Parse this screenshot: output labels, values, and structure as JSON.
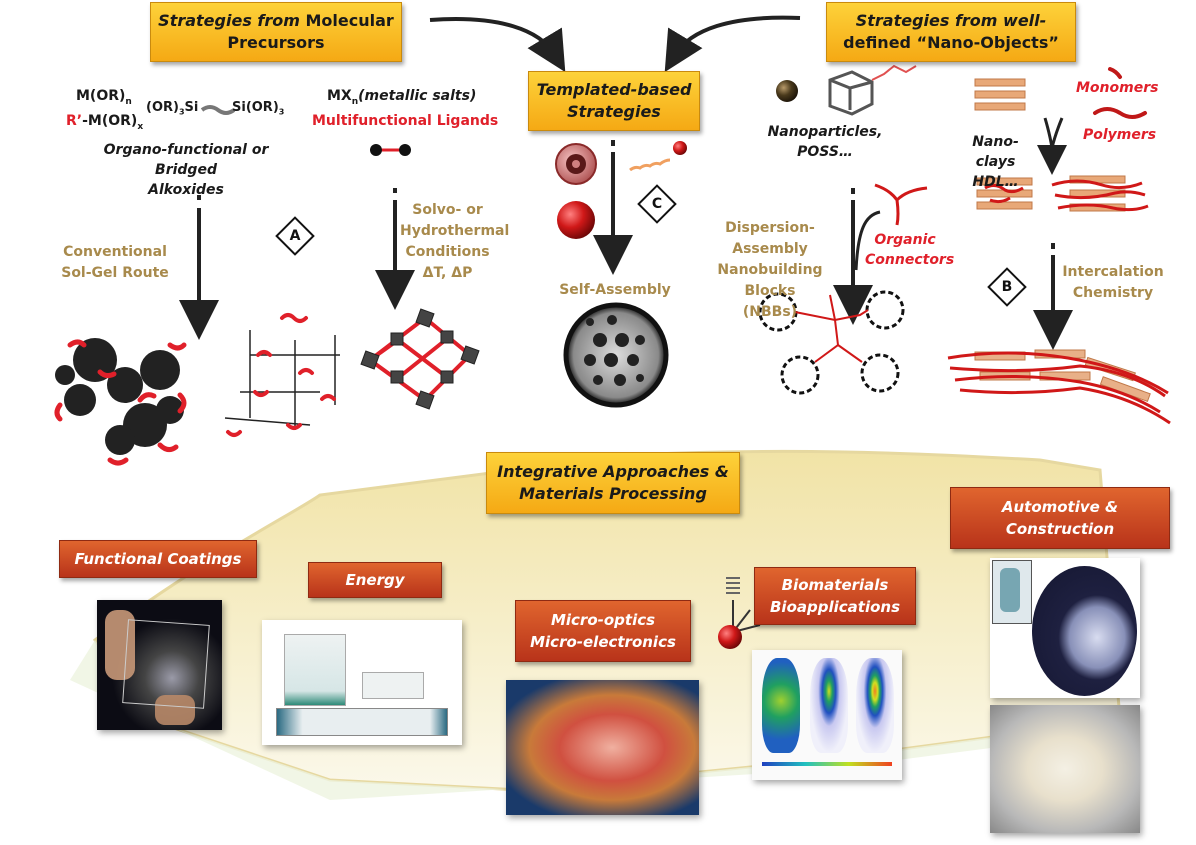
{
  "top": {
    "molecular_box": {
      "line1_italic": "Strategies from",
      "line1_rest": " Molecular",
      "line2": "Precursors"
    },
    "templated_box": {
      "line1": "Templated-based",
      "line2": "Strategies"
    },
    "nano_objects_box": {
      "line1": "Strategies from well-",
      "line2": "defined “Nano-Objects”"
    }
  },
  "precursors": {
    "m_or_n": "M(OR)",
    "m_or_n_sub": "n",
    "r_prefix": "R’",
    "r_m_or_x": "-M(OR)",
    "r_m_or_x_sub": "x",
    "bridged_left": "(OR)",
    "bridged_left_sub": "3",
    "bridged_left_si": "Si",
    "bridged_right": "Si(OR)",
    "bridged_right_sub": "3",
    "alkoxides_line1": "Organo-functional or Bridged",
    "alkoxides_line2": "Alkoxides",
    "mx_main": "MX",
    "mx_sub": "n",
    "mx_italic": "(metallic salts)",
    "ligands": "Multifunctional Ligands"
  },
  "routes": {
    "sol_gel_line1": "Conventional",
    "sol_gel_line2": "Sol-Gel Route",
    "solvo_line1": "Solvo- or",
    "solvo_line2": "Hydrothermal",
    "solvo_line3": "Conditions",
    "solvo_line4": "ΔT, ΔP",
    "self_assembly": "Self-Assembly",
    "dispersion_line1": "Dispersion-Assembly",
    "dispersion_line2": "Nanobuilding Blocks",
    "dispersion_line3": "(NBBs)",
    "intercalation_line1": "Intercalation",
    "intercalation_line2": "Chemistry"
  },
  "markers": {
    "a": "A",
    "b": "B",
    "c": "C"
  },
  "nano_objects": {
    "nanoparticles_line1": "Nanoparticles,",
    "nanoparticles_line2": "POSS…",
    "nanoclays_line1": "Nano-clays",
    "nanoclays_line2": "HDL…",
    "monomers": "Monomers",
    "polymers": "Polymers",
    "organic_line1": "Organic",
    "organic_line2": "Connectors"
  },
  "bottom": {
    "integrative_line1": "Integrative Approaches &",
    "integrative_line2": "Materials Processing",
    "functional_coatings": "Functional Coatings",
    "energy": "Energy",
    "micro_line1": "Micro-optics",
    "micro_line2": "Micro-electronics",
    "bio_line1": "Biomaterials",
    "bio_line2": "Bioapplications",
    "auto_line1": "Automotive &",
    "auto_line2": "Construction"
  },
  "colors": {
    "yellow_box": "#f5b21c",
    "red_box": "#c4411f",
    "gold_text": "#a88a4c",
    "accent_red": "#e0202a",
    "platform": "#f3e9b8"
  }
}
